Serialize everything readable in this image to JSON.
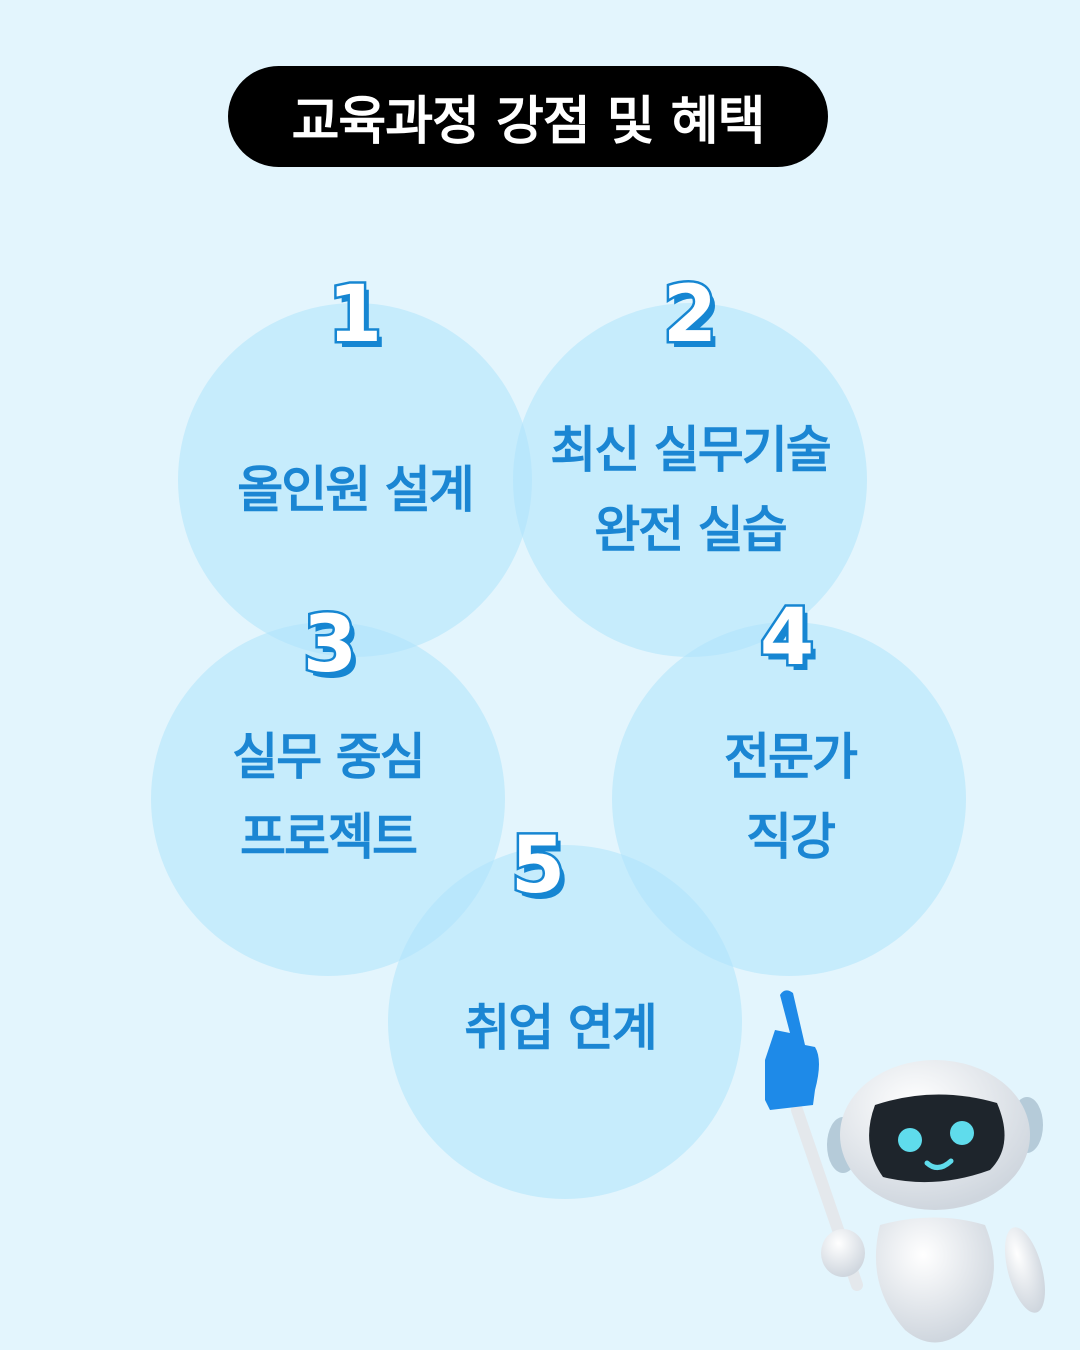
{
  "title": "교육과정 강점 및 혜택",
  "items": [
    {
      "number": "1",
      "lines": [
        "올인원 설계"
      ]
    },
    {
      "number": "2",
      "lines": [
        "최신 실무기술",
        "완전 실습"
      ]
    },
    {
      "number": "3",
      "lines": [
        "실무 중심",
        "프로젝트"
      ]
    },
    {
      "number": "4",
      "lines": [
        "전문가",
        "직강"
      ]
    },
    {
      "number": "5",
      "lines": [
        "취업 연계"
      ]
    }
  ],
  "colors": {
    "background": "#e3f5fd",
    "accent": "#1b86d3",
    "circle": "#c8edfd",
    "pill": "#000000"
  }
}
